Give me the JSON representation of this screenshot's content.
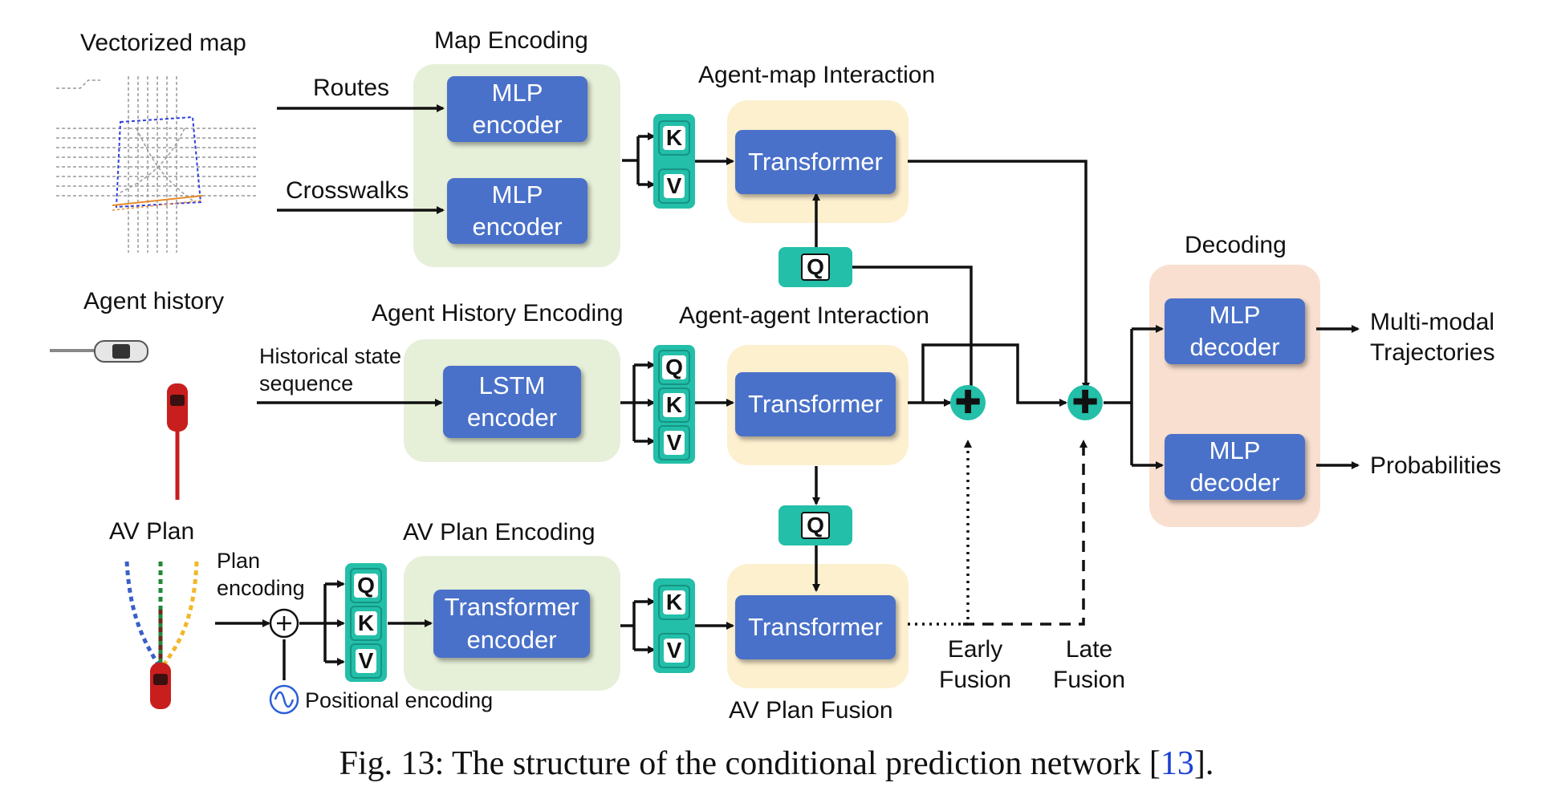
{
  "inputs": {
    "vectorized_map": "Vectorized map",
    "agent_history": "Agent history",
    "av_plan": "AV Plan"
  },
  "edges": {
    "routes": "Routes",
    "crosswalks": "Crosswalks",
    "historical_state": "Historical state\nsequence",
    "plan_encoding": "Plan\nencoding",
    "positional_encoding": "Positional encoding"
  },
  "sections": {
    "map_encoding": "Map Encoding",
    "agent_map_interaction": "Agent-map Interaction",
    "agent_history_encoding": "Agent History Encoding",
    "agent_agent_interaction": "Agent-agent Interaction",
    "av_plan_encoding": "AV Plan Encoding",
    "av_plan_fusion": "AV Plan Fusion",
    "decoding": "Decoding"
  },
  "blocks": {
    "mlp_encoder_1": "MLP\nencoder",
    "mlp_encoder_2": "MLP\nencoder",
    "lstm_encoder": "LSTM\nencoder",
    "transformer_encoder": "Transformer\nencoder",
    "transformer_map": "Transformer",
    "transformer_agent": "Transformer",
    "transformer_fusion": "Transformer",
    "mlp_decoder_1": "MLP\ndecoder",
    "mlp_decoder_2": "MLP\ndecoder"
  },
  "keys": {
    "k": "K",
    "v": "V",
    "q": "Q"
  },
  "fusion": {
    "early": "Early\nFusion",
    "late": "Late\nFusion"
  },
  "outputs": {
    "trajectories": "Multi-modal\nTrajectories",
    "probabilities": "Probabilities"
  },
  "caption": {
    "text": "Fig. 13: The structure of the conditional prediction network [",
    "ref": "13",
    "end": "]."
  },
  "colors": {
    "block": "#4a71c9",
    "key": "#23bfa8",
    "green_panel": "#e6f0d9",
    "yellow_panel": "#fdf0cf",
    "peach_panel": "#f8dfcf"
  }
}
